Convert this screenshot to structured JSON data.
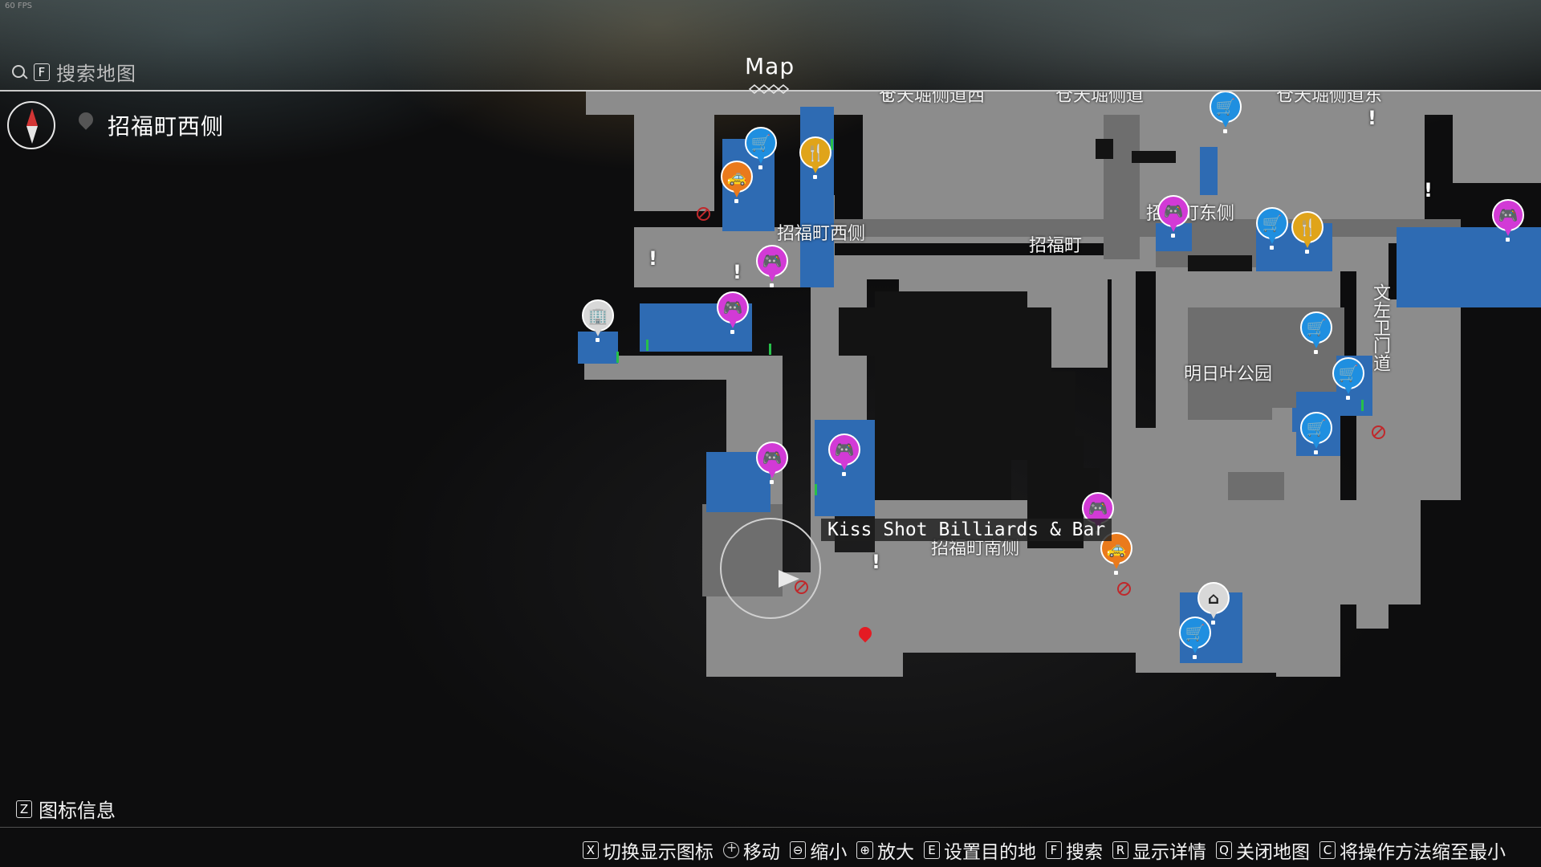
{
  "app": {
    "title": "Map",
    "fps_label": "60 FPS"
  },
  "search": {
    "key": "F",
    "placeholder": "搜索地图"
  },
  "current_area": "招福町西侧",
  "map": {
    "labels": {
      "cangtian_west": "仓天堀侧道西",
      "cangtian": "仓天堀侧道",
      "cangtian_east": "仓天堀侧道东",
      "zhaofu_west": "招福町西侧",
      "zhaofu_east": "招福町东侧",
      "zhaofu": "招福町",
      "park": "明日叶公园",
      "wenzuo": "文左卫门道",
      "zhaofu_south": "招福町南侧"
    },
    "tooltip": "Kiss Shot Billiards & Bar",
    "pin_icons": {
      "shop": "🛒",
      "game": "🎮",
      "food": "🍴",
      "taxi": "🚕",
      "building": "🏢",
      "home": "⌂"
    },
    "exclaim": "!"
  },
  "legend": {
    "key": "Z",
    "label": "图标信息"
  },
  "controls": [
    {
      "key": "X",
      "label": "切换显示图标"
    },
    {
      "key": "",
      "label": "移动"
    },
    {
      "key": "⊖",
      "label": "缩小"
    },
    {
      "key": "⊕",
      "label": "放大"
    },
    {
      "key": "E",
      "label": "设置目的地"
    },
    {
      "key": "F",
      "label": "搜索"
    },
    {
      "key": "R",
      "label": "显示详情"
    },
    {
      "key": "Q",
      "label": "关闭地图"
    },
    {
      "key": "C",
      "label": "将操作方法缩至最小"
    }
  ],
  "colors": {
    "shop": "#1f8fe0",
    "game": "#d23ad6",
    "food": "#e0a41a",
    "taxi": "#ea7a1c",
    "restricted": "#c0282b",
    "destination": "#e41b23"
  }
}
